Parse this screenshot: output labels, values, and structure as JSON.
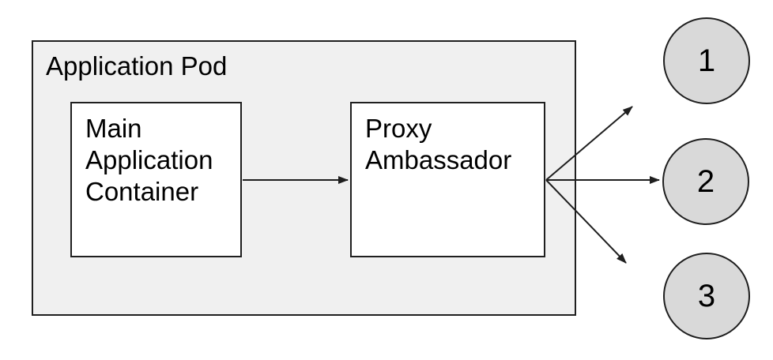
{
  "pod": {
    "title": "Application Pod",
    "containers": [
      {
        "id": "main-application-container",
        "label": "Main Application Container"
      },
      {
        "id": "proxy-ambassador",
        "label": "Proxy Ambassador"
      }
    ]
  },
  "endpoints": [
    {
      "id": "endpoint-1",
      "label": "1"
    },
    {
      "id": "endpoint-2",
      "label": "2"
    },
    {
      "id": "endpoint-3",
      "label": "3"
    }
  ],
  "connections": [
    {
      "from": "main-application-container",
      "to": "proxy-ambassador"
    },
    {
      "from": "proxy-ambassador",
      "to": "endpoint-1"
    },
    {
      "from": "proxy-ambassador",
      "to": "endpoint-2"
    },
    {
      "from": "proxy-ambassador",
      "to": "endpoint-3"
    }
  ],
  "colors": {
    "pod_fill": "#f0f0f0",
    "container_fill": "#ffffff",
    "endpoint_fill": "#d9d9d9",
    "stroke": "#1f1f1f",
    "text": "#000000",
    "background": "#ffffff"
  }
}
